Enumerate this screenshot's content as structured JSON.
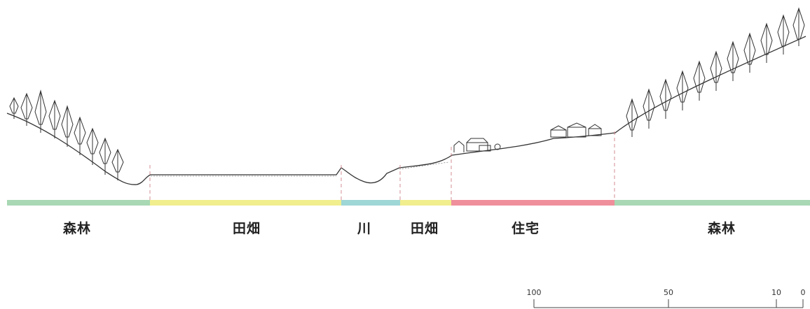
{
  "zones": [
    {
      "label": "森林",
      "color": "#a8d8b4"
    },
    {
      "label": "田畑",
      "color": "#f1ee8e"
    },
    {
      "label": "川",
      "color": "#9fd6d6"
    },
    {
      "label": "田畑",
      "color": "#f1ee8e"
    },
    {
      "label": "住宅",
      "color": "#ef8f9b"
    },
    {
      "label": "森林",
      "color": "#a8d8b4"
    }
  ],
  "scale_bar": {
    "ticks": [
      {
        "label": "100"
      },
      {
        "label": "50"
      },
      {
        "label": "10"
      },
      {
        "label": "0"
      }
    ]
  }
}
